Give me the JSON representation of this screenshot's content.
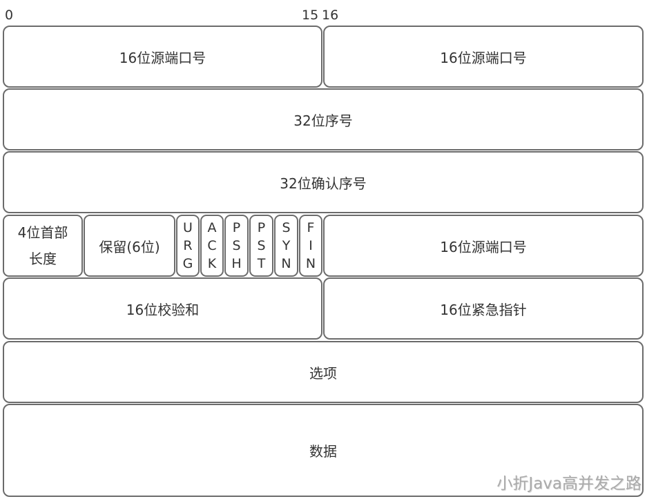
{
  "bit_labels": {
    "start": "0",
    "mid_end": "15",
    "mid_start": "16"
  },
  "rows": {
    "row1": {
      "left": "16位源端口号",
      "right": "16位源端口号"
    },
    "row2": {
      "full": "32位序号"
    },
    "row3": {
      "full": "32位确认序号"
    },
    "row4": {
      "header_length_line1": "4位首部",
      "header_length_line2": "长度",
      "reserved": "保留(6位)",
      "flags": [
        {
          "name": "URG",
          "chars": [
            "U",
            "R",
            "G"
          ]
        },
        {
          "name": "ACK",
          "chars": [
            "A",
            "C",
            "K"
          ]
        },
        {
          "name": "PSH",
          "chars": [
            "P",
            "S",
            "H"
          ]
        },
        {
          "name": "PST",
          "chars": [
            "P",
            "S",
            "T"
          ]
        },
        {
          "name": "SYN",
          "chars": [
            "S",
            "Y",
            "N"
          ]
        },
        {
          "name": "FIN",
          "chars": [
            "F",
            "I",
            "N"
          ]
        }
      ],
      "right": "16位源端口号"
    },
    "row5": {
      "left": "16位校验和",
      "right": "16位紧急指针"
    },
    "row6": {
      "full": "选项"
    },
    "row7": {
      "full": "数据"
    }
  },
  "watermark": "小折Java高并发之路",
  "colors": {
    "border": "#6b6b6b",
    "text": "#333333",
    "watermark": "#aaaaaa"
  }
}
